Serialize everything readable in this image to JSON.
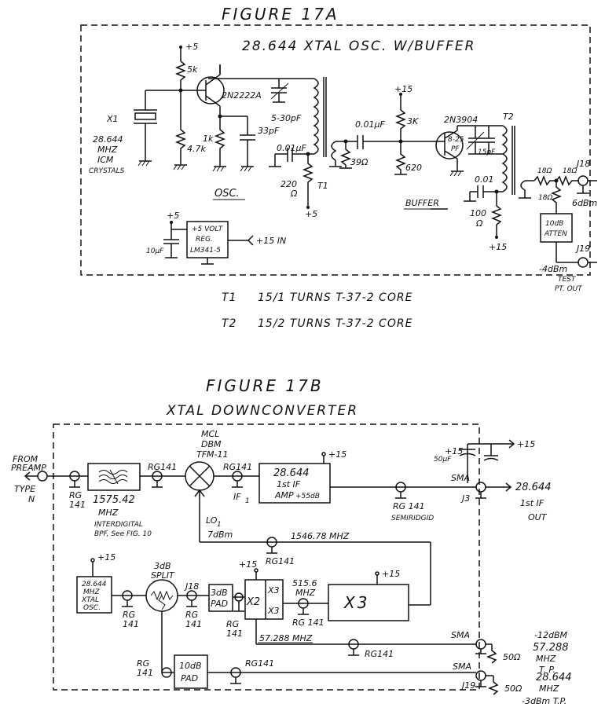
{
  "fig_a": {
    "title": "FIGURE 17A",
    "subtitle": "28.644 XTAL OSC. W/BUFFER",
    "xtal_ref": "X1",
    "xtal_freq": "28.644",
    "xtal_unit": "MHZ",
    "xtal_maker": "ICM",
    "xtal_type": "CRYSTALS",
    "supply_pos5": "+5",
    "r_5k": "5k",
    "r_1k": "1k",
    "r_47k": "4.7k",
    "q1": "2N2222A",
    "trimmer": "5-30pF",
    "c_33": "33pF",
    "c_001a": "0.01µF",
    "r_220": "220",
    "ohm": "Ω",
    "supply_b": "+5",
    "t1_ref": "T1",
    "osc_label": "OSC.",
    "supply_15": "+15",
    "c_001b": "0.01µF",
    "r_3k": "3K",
    "r_39": "39Ω",
    "r_620": "620",
    "q2": "2N3904",
    "c_825": "8-25",
    "pf": "PF",
    "c_15": "15pF",
    "t2_ref": "T2",
    "c_001c": "0.01",
    "r_100": "100",
    "supply_15b": "+15",
    "buffer_label": "BUFFER",
    "r_18a": "18Ω",
    "r_18b": "18Ω",
    "r_18c": "18Ω",
    "j18": "J18",
    "out_6dbm": "6dBm",
    "atten_line1": "10dB",
    "atten_line2": "ATTEN",
    "j19": "J19",
    "out_m4dbm": "-4dBm",
    "tp_line1": "TEST",
    "tp_line2": "PT. OUT",
    "reg_sup": "+5",
    "reg_line1": "+5 VOLT",
    "reg_line2": "REG.",
    "reg_line3": "LM341-5",
    "reg_c": "10µF",
    "reg_in": "+15 IN",
    "notes": [
      {
        "ref": "T1",
        "text": "15/1 TURNS  T-37-2 CORE"
      },
      {
        "ref": "T2",
        "text": "15/2 TURNS  T-37-2 CORE"
      }
    ]
  },
  "fig_b": {
    "title": "FIGURE 17B",
    "subtitle": "XTAL DOWNCONVERTER",
    "from_1": "FROM",
    "from_2": "PREAMP",
    "type_1": "TYPE",
    "type_2": "N",
    "rg_a1": "RG",
    "rg_a2": "141",
    "bpf_freq": "1575.42",
    "bpf_unit": "MHZ",
    "bpf_desc1": "INTERDIGITAL",
    "bpf_desc2": "BPF, See FIG. 10",
    "rg141": "RG141",
    "mcl": "MCL",
    "dbm": "DBM",
    "tfm": "TFM-11",
    "if1": "IF",
    "if1_sub": "1",
    "lo1": "LO",
    "lo1_sub": "1",
    "lo_level": "7dBm",
    "lo_freq": "1546.78 MHZ",
    "amp_freq": "28.644",
    "amp_line2": "1st IF",
    "amp_line3": "AMP",
    "amp_gain": "+55dB",
    "sup15a": "+15",
    "rg_semi": "RG 141",
    "semi": "SEMIRIDGID",
    "sup15b": "+15",
    "cap_50": "50µF",
    "sup15c": "+15",
    "sma_a": "SMA",
    "j3": "J3",
    "out_freq": "28.644",
    "out_if": "1st IF",
    "out_word": "OUT",
    "osc_sup": "+15",
    "osc_l1": "28.644",
    "osc_l2": "MHZ",
    "osc_l3": "XTAL",
    "osc_l4": "OSC.",
    "rg_b1": "RG",
    "rg_b2": "141",
    "split_1": "3dB",
    "split_2": "SPLIT",
    "j18": "J18",
    "rg_c1": "RG",
    "rg_c2": "141",
    "pad3_1": "3dB",
    "pad3_2": "PAD",
    "x2_sup": "+15",
    "x2": "X2",
    "x3a": "X3",
    "x3b": "X3",
    "rg_d1": "RG",
    "rg_d2": "141",
    "f515": "515.6",
    "f515u": "MHZ",
    "rg_e": "RG 141",
    "x3_sup": "+15",
    "x3_big": "X3",
    "f57": "57.288 MHZ",
    "rg_f": "RG141",
    "sma_b": "SMA",
    "lvl_12": "-12dBM",
    "tp57_f": "57.288",
    "tp57_u": "MHZ",
    "tp57_t": "T. P.",
    "ohm50a": "50Ω",
    "rg_g1": "RG",
    "rg_g2": "141",
    "pad10_1": "10dB",
    "pad10_2": "PAD",
    "rg_h": "RG141",
    "sma_c": "SMA",
    "j19": "J19",
    "ohm50b": "50Ω",
    "tp28_f": "28.644",
    "tp28_u": "MHZ",
    "tp28_t": "-3dBm T.P."
  }
}
